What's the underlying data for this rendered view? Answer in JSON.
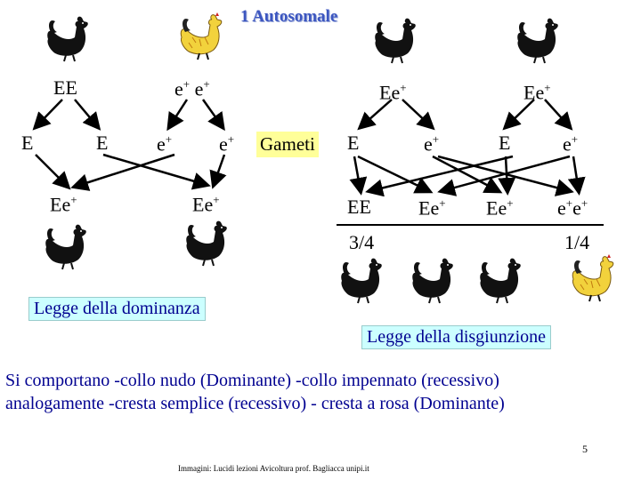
{
  "title": "1 Autosomale",
  "left": {
    "parent1": "EE",
    "parent2_base": "e",
    "parent2_sup": "+",
    "gamete1": "E",
    "gamete2": "E",
    "gamete3_base": "e",
    "gamete3_sup": "+",
    "gamete4_base": "e",
    "gamete4_sup": "+",
    "child1_base": "Ee",
    "child1_sup": "+",
    "child2_base": "Ee",
    "child2_sup": "+",
    "law": "Legge della dominanza"
  },
  "right": {
    "parent_base": "Ee",
    "parent_sup": "+",
    "gameti": "Gameti",
    "gamete_E": "E",
    "gamete_e_base": "e",
    "gamete_e_sup": "+",
    "off1": "EE",
    "off2_base": "Ee",
    "off2_sup": "+",
    "off3_base": "Ee",
    "off3_sup": "+",
    "off4_base": "e",
    "off4_sup": "+",
    "ratio1": "3/4",
    "ratio2": "1/4",
    "law": "Legge della disgiunzione"
  },
  "description_line1": "Si comportano -collo nudo (Dominante) -collo impennato (recessivo)",
  "description_line2": "analogamente   -cresta semplice (recessivo) - cresta a rosa (Dominante)",
  "page_number": "5",
  "credit": "Immagini: Lucidi lezioni Avicoltura prof. Bagliacca unipi.it",
  "colors": {
    "title": "#3c56c0",
    "law_text": "#000090",
    "gameti_bg": "#ffff99",
    "law_bg": "#ccffff",
    "rooster_black": "#111111",
    "rooster_yellow": "#f2d23c"
  },
  "icons": {
    "black_rooster": "rooster-black-icon",
    "yellow_rooster": "rooster-yellow-icon"
  }
}
